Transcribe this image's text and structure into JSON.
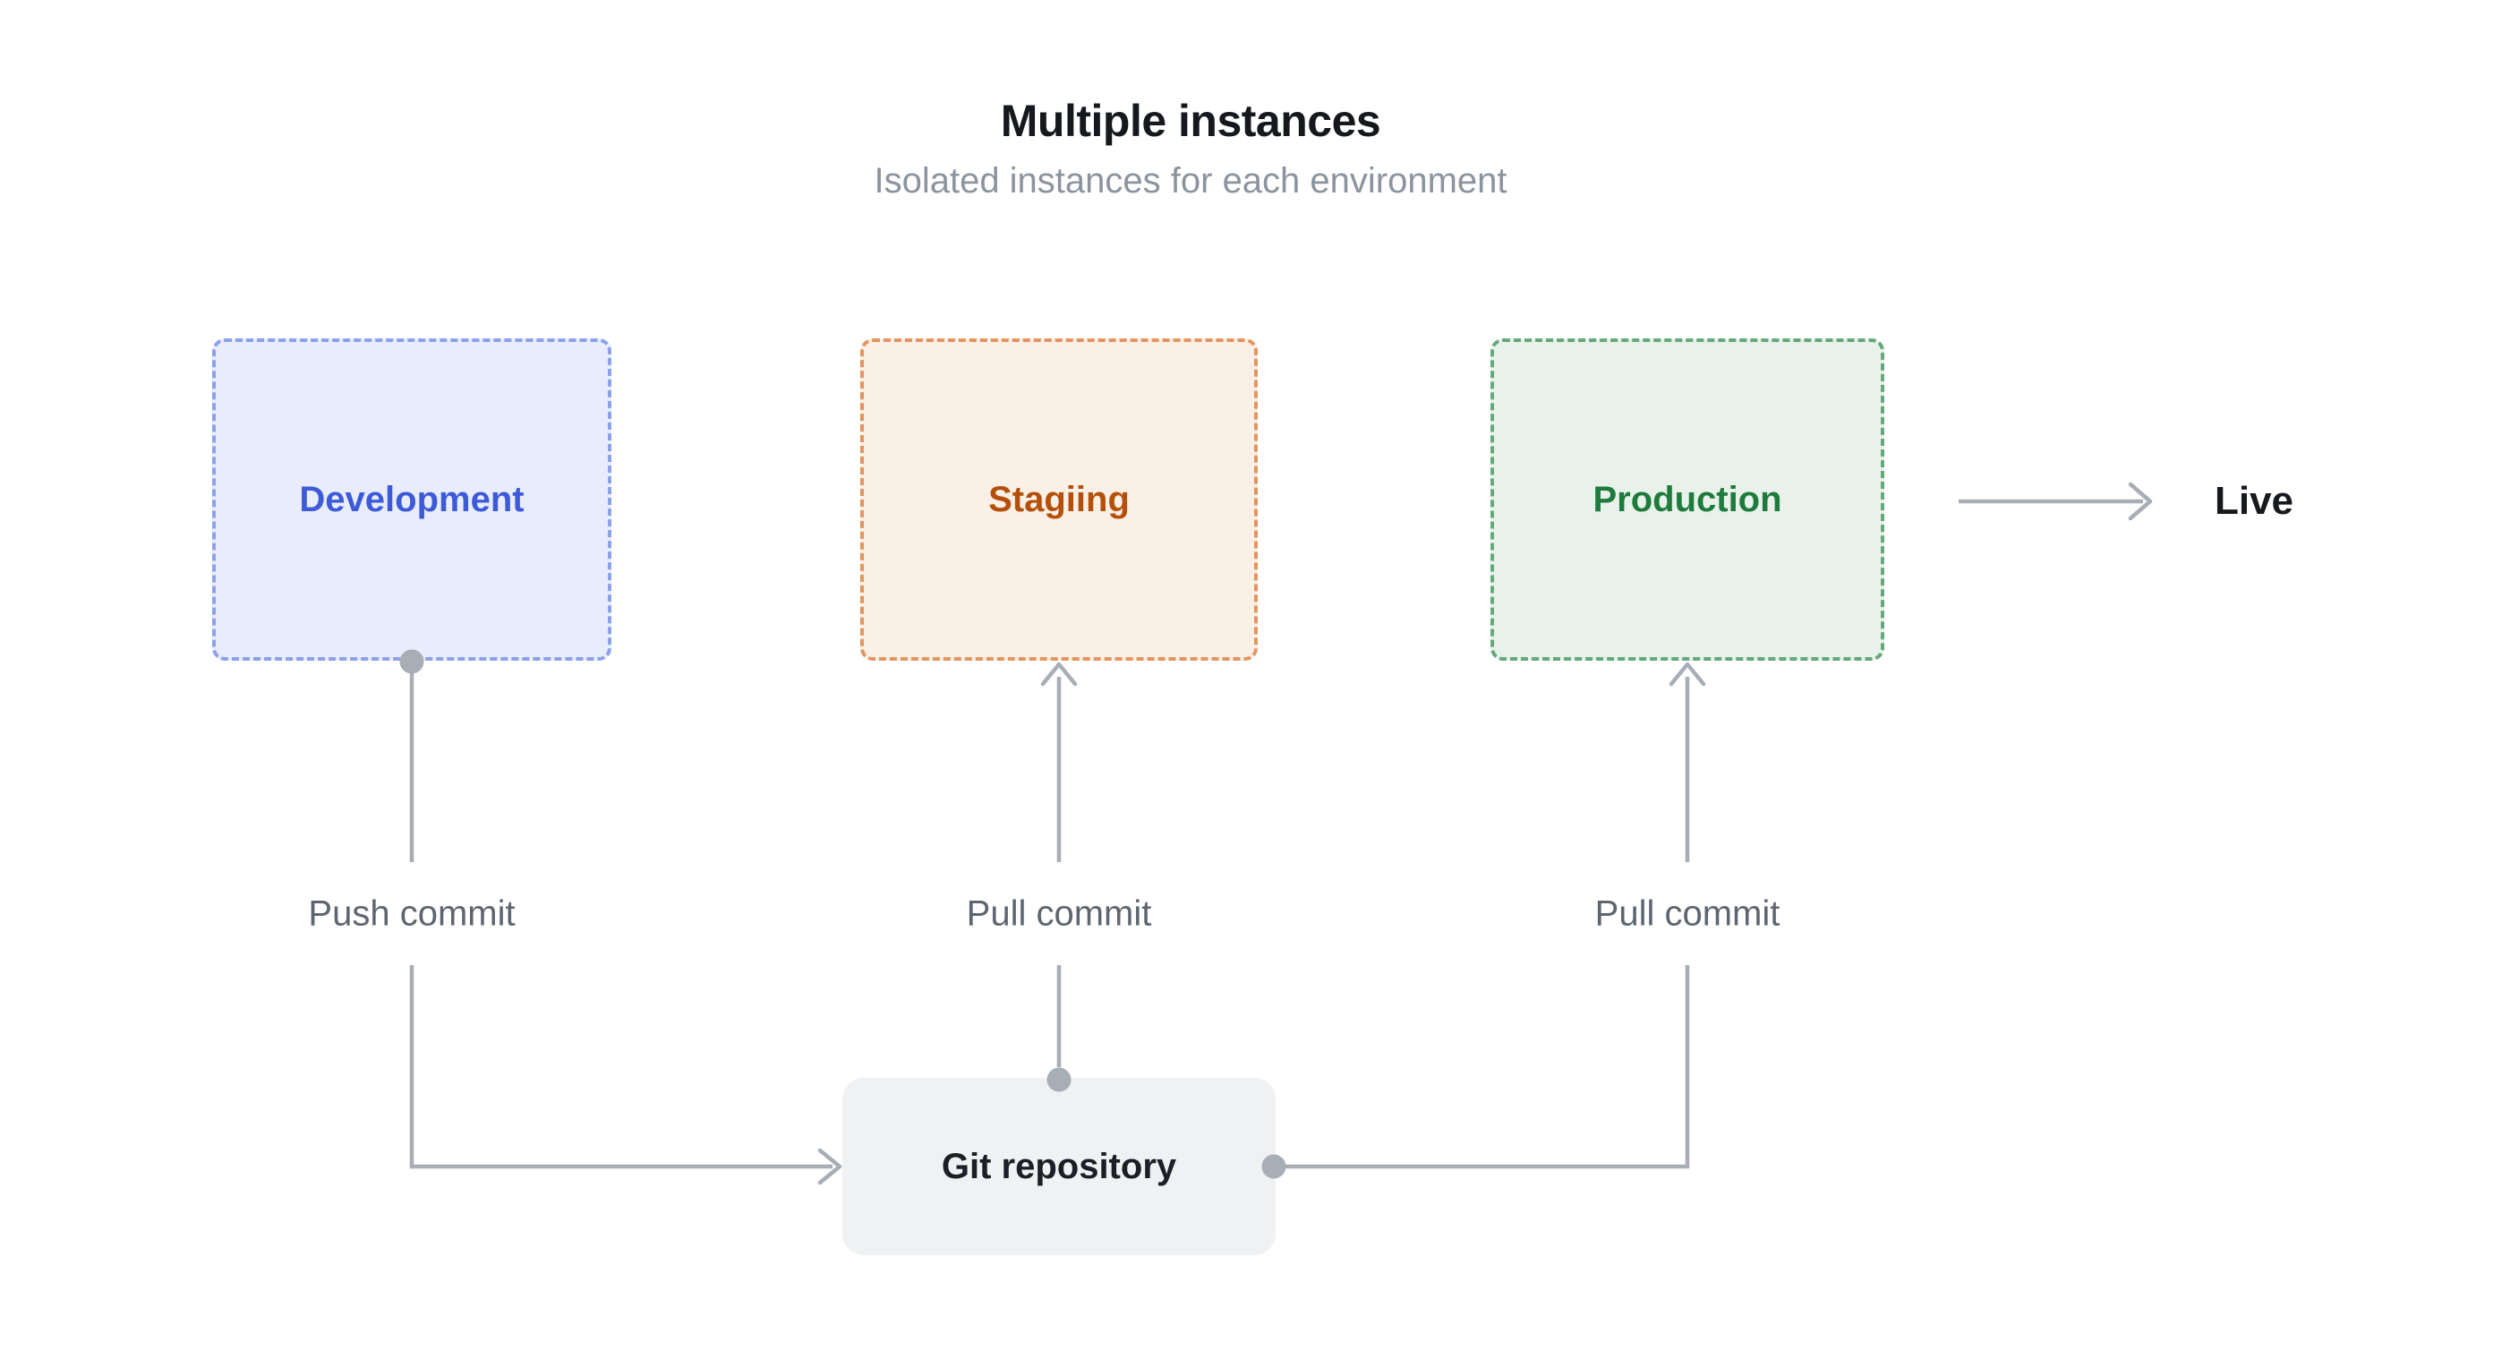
{
  "diagram": {
    "title": "Multiple instances",
    "subtitle": "Isolated instances for each environment",
    "environments": [
      {
        "label": "Development",
        "bg": "#e9edfb",
        "border_color": "#8ca1ec",
        "text_color": "#3d5bd8"
      },
      {
        "label": "Stagiing",
        "bg": "#faf0e6",
        "border_color": "#e39560",
        "text_color": "#b5500c"
      },
      {
        "label": "Production",
        "bg": "#e8f2ea",
        "border_color": "#64a97a",
        "text_color": "#1e7b3c"
      }
    ],
    "repository": {
      "label": "Git repository",
      "bg": "#eff1f2",
      "text_color": "#1b2026"
    },
    "edges": [
      {
        "label": "Push commit",
        "from": "Development",
        "to": "Git repository"
      },
      {
        "label": "Pull commit",
        "from": "Git repository",
        "to": "Stagiing"
      },
      {
        "label": "Pull commit",
        "from": "Git repository",
        "to": "Production"
      },
      {
        "label": "Live",
        "from": "Production",
        "to": "Live"
      }
    ],
    "live_label": "Live",
    "colors": {
      "background": "#ffffff",
      "connector": "#a7aeb6",
      "edge_label": "#5d6670",
      "title": "#15181d",
      "subtitle": "#8b949e"
    }
  }
}
